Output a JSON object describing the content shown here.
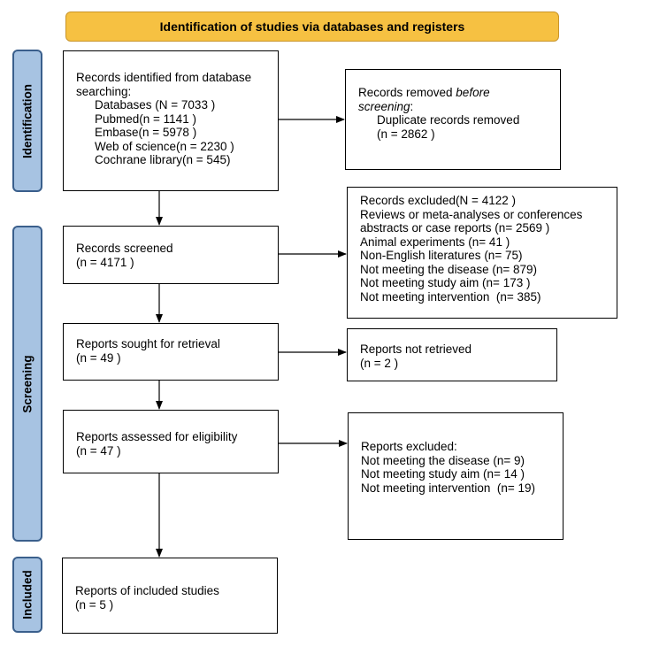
{
  "header": "Identification of studies via databases and registers",
  "phases": {
    "identification": "Identification",
    "screening": "Screening",
    "included": "Included"
  },
  "boxes": {
    "records_identified": {
      "lines": [
        "Records identified from database",
        "searching:"
      ],
      "sub": [
        "Databases (N = 7033 )",
        "Pubmed(n = 1141 )",
        "Embase(n = 5978 )",
        "Web of science(n = 2230 )",
        "Cochrane library(n = 545)"
      ]
    },
    "records_removed": {
      "line1_prefix": "Records removed ",
      "line1_emphasis": "before",
      "line2": "screening",
      "line2_suffix": ":",
      "sub": [
        "Duplicate records removed",
        "(n = 2862 )"
      ]
    },
    "records_screened": {
      "lines": [
        "Records screened",
        "(n = 4171 )"
      ]
    },
    "records_excluded": {
      "lines": [
        "Records excluded(N = 4122 )",
        "Reviews or meta-analyses or conferences",
        "abstracts or case reports (n= 2569 )",
        "Animal experiments (n= 41 )",
        "Non-English literatures (n= 75)",
        "Not meeting the disease (n= 879)",
        "Not meeting study aim (n= 173 )",
        "Not meeting intervention  (n= 385)"
      ]
    },
    "reports_sought": {
      "lines": [
        "Reports sought for retrieval",
        "(n = 49 )"
      ]
    },
    "reports_not_retrieved": {
      "lines": [
        "Reports not retrieved",
        "(n = 2 )"
      ]
    },
    "reports_assessed": {
      "lines": [
        "Reports assessed for eligibility",
        "(n = 47 )"
      ]
    },
    "reports_excluded": {
      "lines": [
        "Reports excluded:",
        "Not meeting the disease (n= 9)",
        "Not meeting study aim (n= 14 )",
        "Not meeting intervention  (n= 19)"
      ]
    },
    "included": {
      "lines": [
        "Reports of included studies",
        "(n = 5 )"
      ]
    }
  }
}
